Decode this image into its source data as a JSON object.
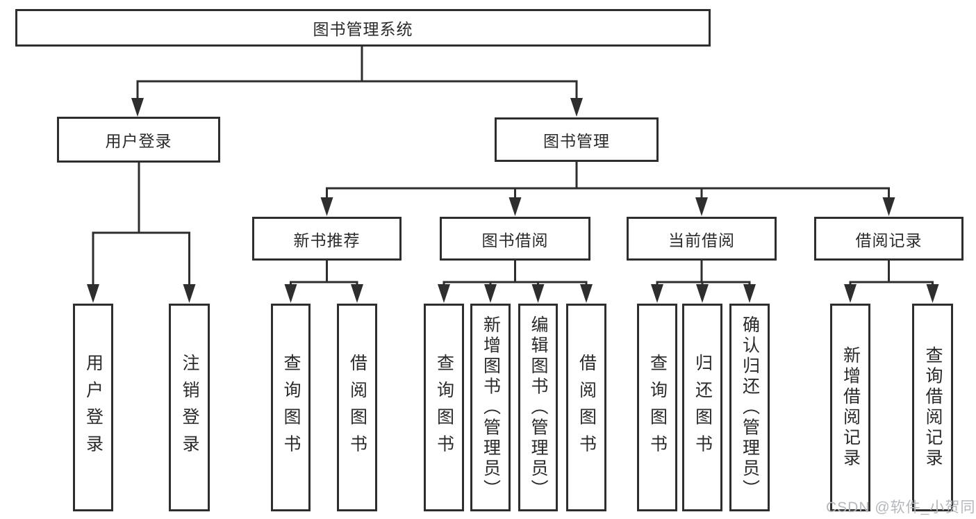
{
  "colors": {
    "line": "#2e2e2e",
    "box_border": "#2e2e2e",
    "text": "#2a2a2a",
    "background": "#ffffff",
    "watermark": "#b4b7bb"
  },
  "watermark": {
    "text": "CSDN @软件_小贺同学"
  },
  "diagram": {
    "root": {
      "label": "图书管理系统"
    },
    "level2": [
      {
        "label": "用户登录"
      },
      {
        "label": "图书管理"
      }
    ],
    "level3": [
      {
        "label": "新书推荐"
      },
      {
        "label": "图书借阅"
      },
      {
        "label": "当前借阅"
      },
      {
        "label": "借阅记录"
      }
    ],
    "leaves": {
      "user_login": [
        {
          "label": "用户登录"
        },
        {
          "label": "注销登录"
        }
      ],
      "new_book_recommend": [
        {
          "label": "查询图书"
        },
        {
          "label": "借阅图书"
        }
      ],
      "book_borrow": [
        {
          "label": "查询图书"
        },
        {
          "label": "新增图书（管理员）"
        },
        {
          "label": "编辑图书（管理员）"
        },
        {
          "label": "借阅图书"
        }
      ],
      "current_borrow": [
        {
          "label": "查询图书"
        },
        {
          "label": "归还图书"
        },
        {
          "label": "确认归还（管理员）"
        }
      ],
      "borrow_record": [
        {
          "label": "新增借阅记录"
        },
        {
          "label": "查询借阅记录"
        }
      ]
    }
  }
}
